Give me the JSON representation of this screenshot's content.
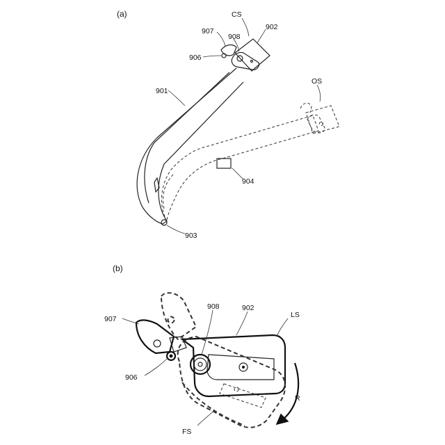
{
  "panel_a": {
    "title": "(a)",
    "labels": {
      "cs": "CS",
      "l907": "907",
      "l908": "908",
      "l902": "902",
      "l906": "906",
      "l901": "901",
      "os": "OS",
      "l904": "904",
      "l903": "903"
    }
  },
  "panel_b": {
    "title": "(b)",
    "labels": {
      "l908": "908",
      "l902": "902",
      "ls": "LS",
      "l907": "907",
      "l906": "906",
      "r": "R",
      "fs": "FS"
    }
  }
}
